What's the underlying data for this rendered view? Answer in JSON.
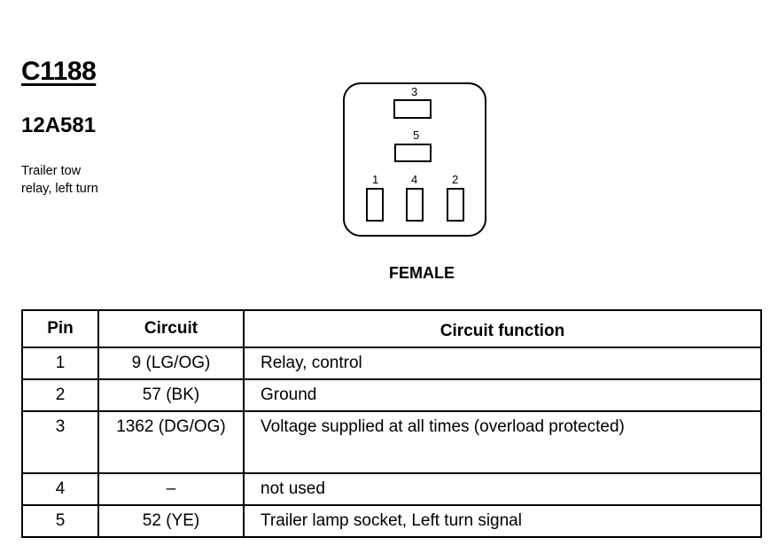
{
  "header": {
    "connector_id": "C1188",
    "part_number": "12A581",
    "description_line1": "Trailer tow",
    "description_line2": "relay, left turn"
  },
  "connector_view": {
    "gender_label": "FEMALE",
    "pins": [
      {
        "label": "3"
      },
      {
        "label": "5"
      },
      {
        "label": "1"
      },
      {
        "label": "4"
      },
      {
        "label": "2"
      }
    ]
  },
  "table": {
    "headers": {
      "pin": "Pin",
      "circuit": "Circuit",
      "function": "Circuit function"
    },
    "rows": [
      {
        "pin": "1",
        "circuit": "9 (LG/OG)",
        "function": "Relay, control"
      },
      {
        "pin": "2",
        "circuit": "57 (BK)",
        "function": "Ground"
      },
      {
        "pin": "3",
        "circuit": "1362 (DG/OG)",
        "function": "Voltage supplied at all times (overload protected)"
      },
      {
        "pin": "4",
        "circuit": "–",
        "function": "not used"
      },
      {
        "pin": "5",
        "circuit": "52 (YE)",
        "function": "Trailer lamp socket, Left turn signal"
      }
    ]
  }
}
